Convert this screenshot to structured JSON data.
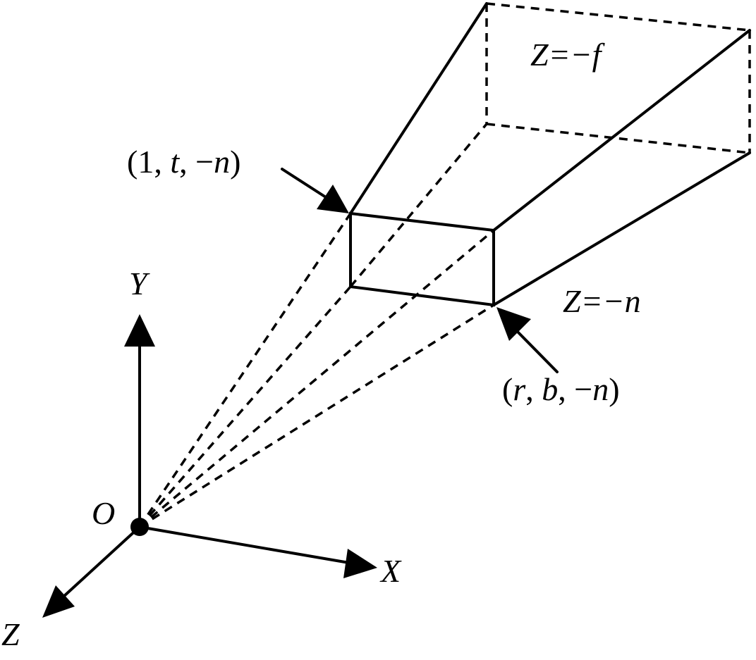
{
  "labels": {
    "far_plane": "Z=−f",
    "near_plane": "Z=−n",
    "corner_top_left": {
      "open": "(",
      "x": "1",
      "sep1": ", ",
      "y": "t",
      "sep2": ", −",
      "z": "n",
      "close": ")"
    },
    "corner_bottom_right": {
      "open": "(",
      "x": "r",
      "sep1": ", ",
      "y": "b",
      "sep2": ", −",
      "z": "n",
      "close": ")"
    },
    "axis_x": "X",
    "axis_y": "Y",
    "axis_z": "Z",
    "origin": "O"
  },
  "colors": {
    "stroke": "#000000",
    "background": "#ffffff"
  }
}
